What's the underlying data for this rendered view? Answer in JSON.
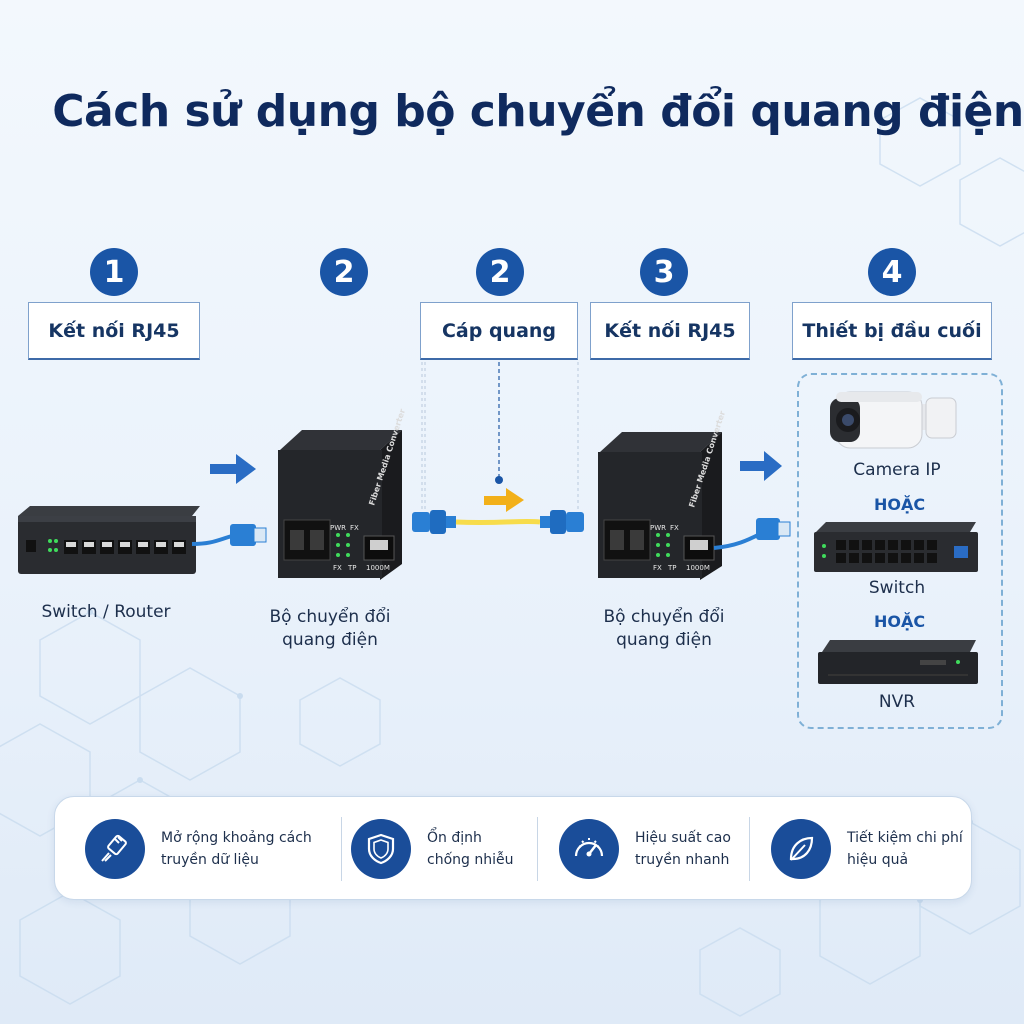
{
  "title": "Cách sử dụng bộ chuyển đổi quang điện",
  "steps": [
    {
      "num": "1",
      "label": "Kết nối RJ45"
    },
    {
      "num": "2",
      "label": ""
    },
    {
      "num": "2",
      "label": "Cáp quang"
    },
    {
      "num": "3",
      "label": "Kết nối RJ45"
    },
    {
      "num": "4",
      "label": "Thiết bị đầu cuối"
    }
  ],
  "devices": {
    "switch_router": "Switch / Router",
    "converter_left_l1": "Bộ chuyển đổi",
    "converter_left_l2": "quang điện",
    "converter_right_l1": "Bộ chuyển đổi",
    "converter_right_l2": "quang điện",
    "converter_print": "Fiber Media Converter",
    "led_pwr": "PWR",
    "led_fx": "FX",
    "led_tp": "TP",
    "port_speed": "1000M"
  },
  "end_devices": {
    "camera": "Camera IP",
    "or1": "HOẶC",
    "switch": "Switch",
    "or2": "HOẶC",
    "nvr": "NVR"
  },
  "features": [
    {
      "icon": "cable-icon",
      "line1": "Mở rộng khoảng cách",
      "line2": "truyền dữ liệu"
    },
    {
      "icon": "shield-icon",
      "line1": "Ổn định",
      "line2": "chống nhiễu"
    },
    {
      "icon": "speedometer-icon",
      "line1": "Hiệu suất cao",
      "line2": "truyền nhanh"
    },
    {
      "icon": "leaf-icon",
      "line1": "Tiết kiệm chi phí",
      "line2": "hiệu quả"
    }
  ],
  "colors": {
    "primary": "#1a55a6",
    "title": "#0f2a5e",
    "arrow_blue": "#2a6cc4",
    "arrow_yellow": "#f2b019",
    "fiber": "#f7dc4b",
    "cable": "#2a7fd4"
  }
}
